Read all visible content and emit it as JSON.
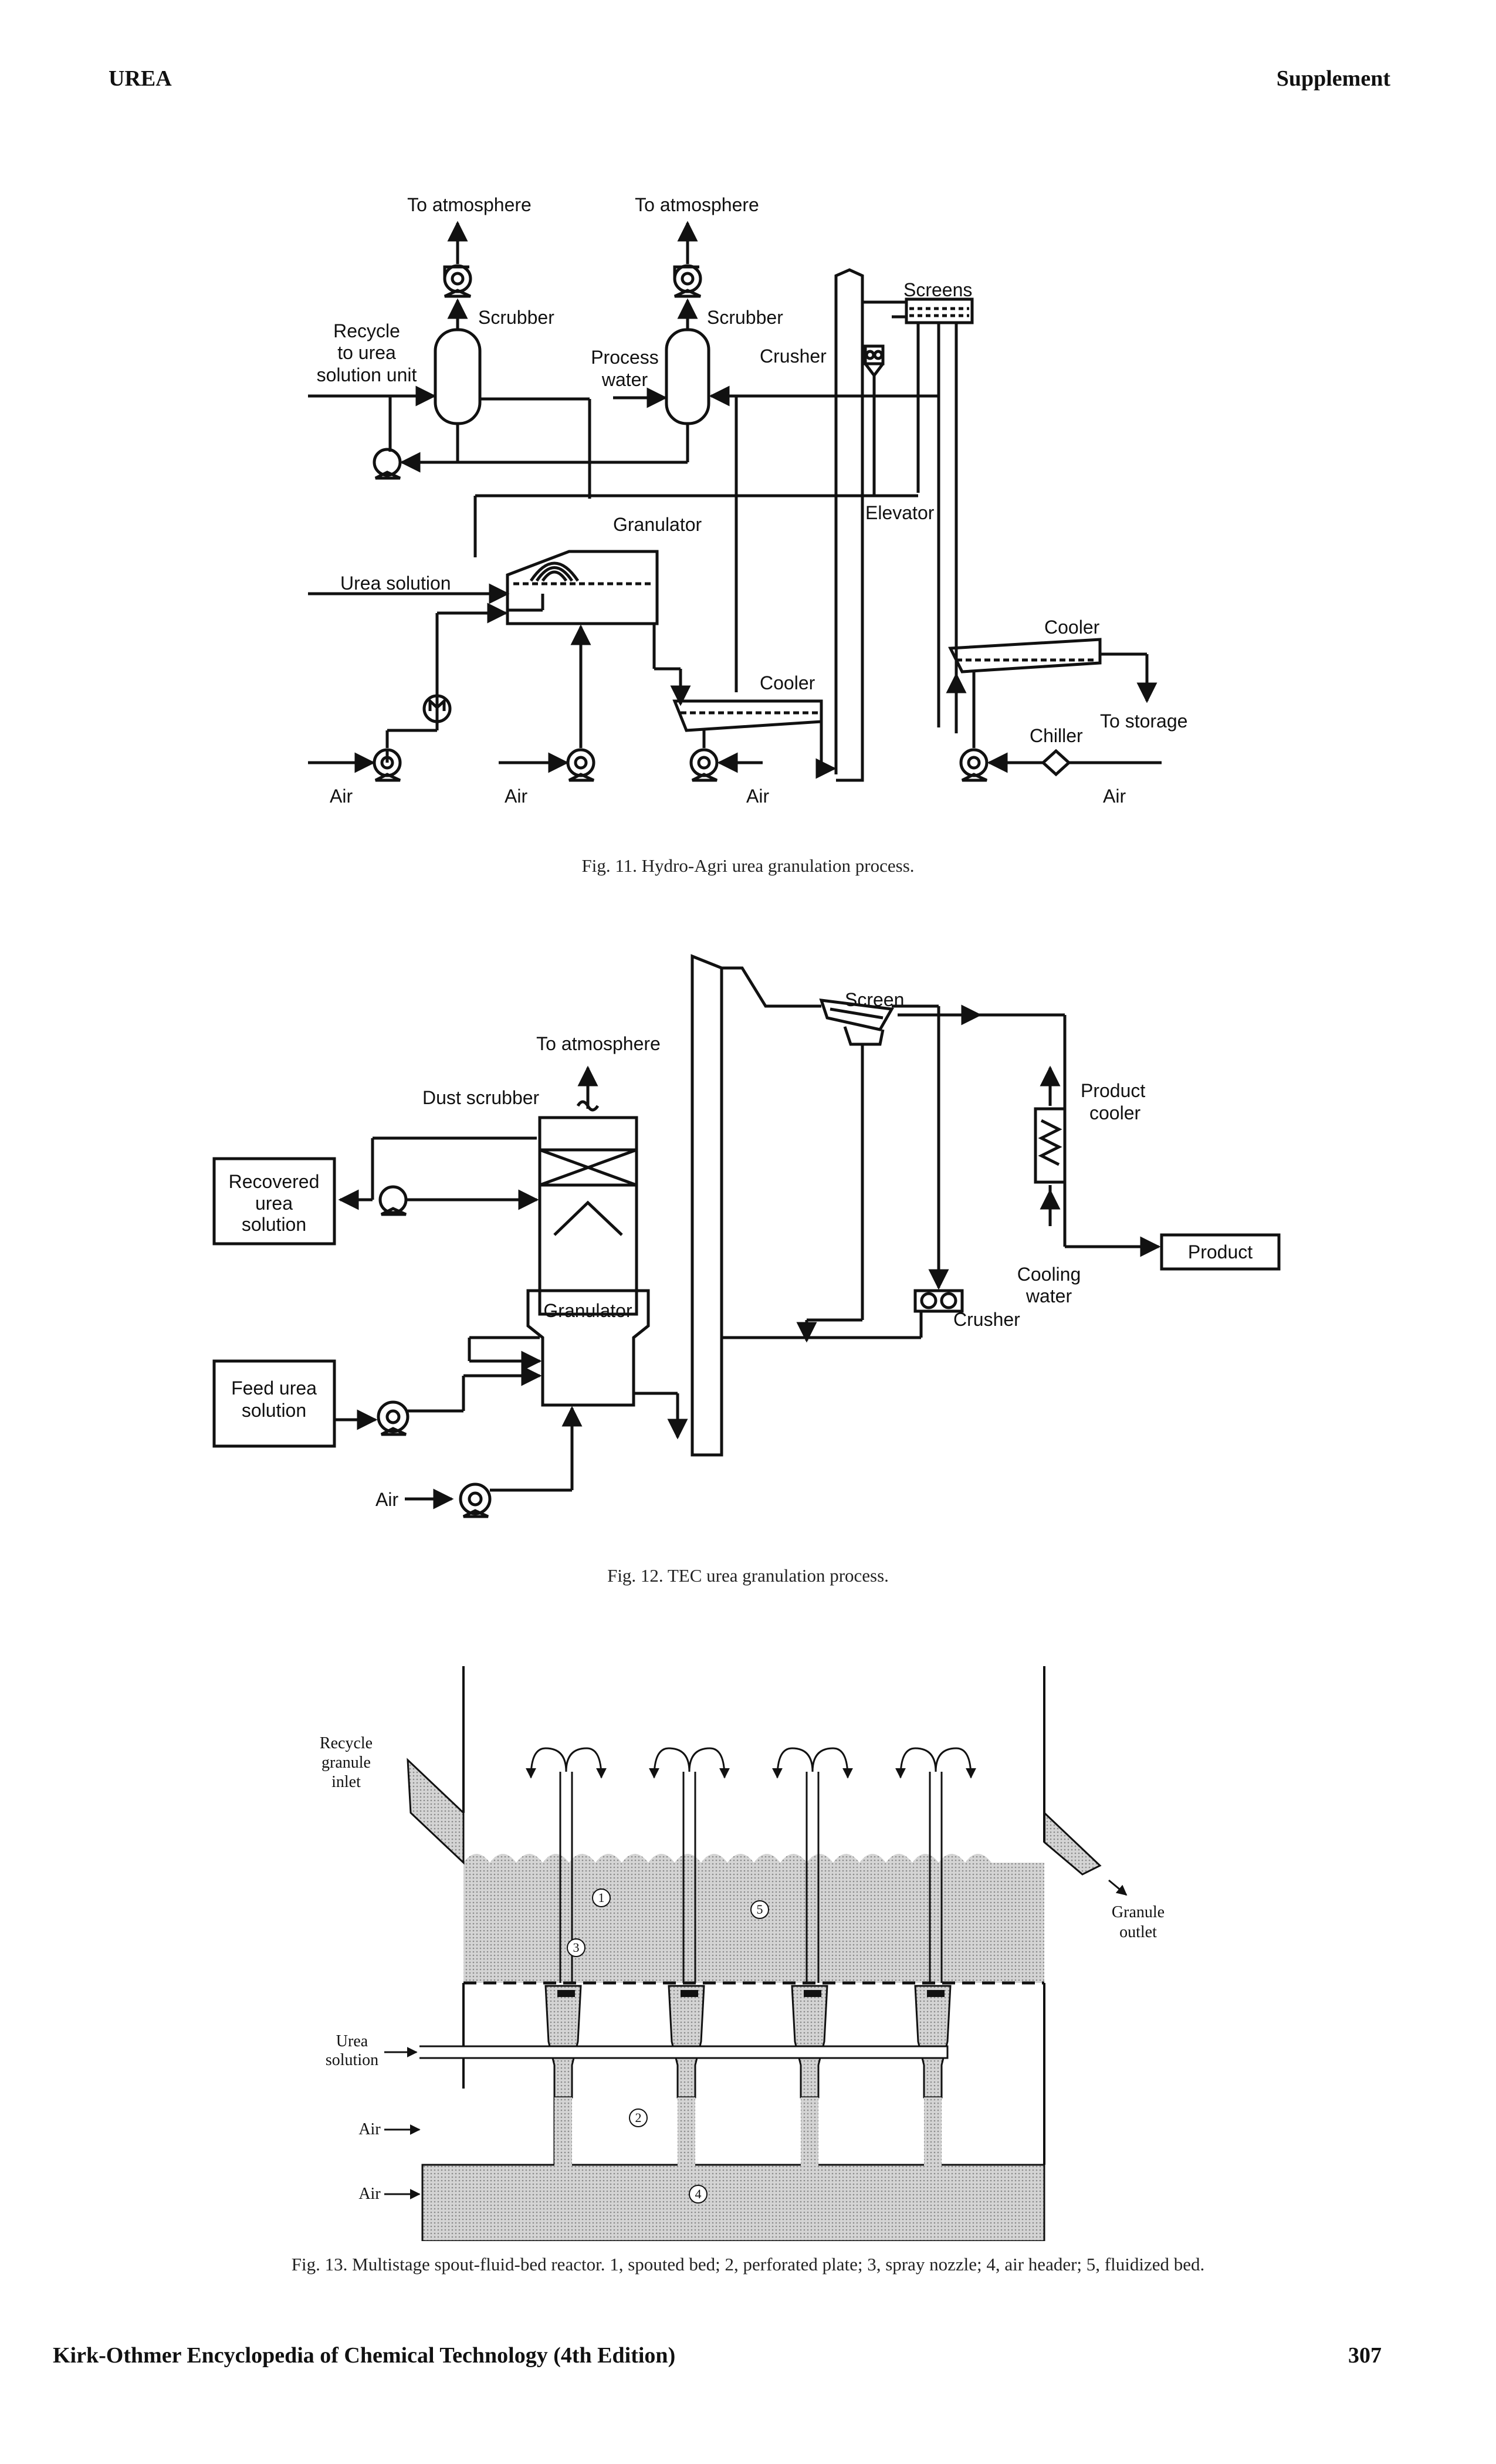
{
  "header": {
    "left": "UREA",
    "right": "Supplement"
  },
  "figure11": {
    "caption": "Fig. 11. Hydro-Agri urea granulation process.",
    "labels": {
      "to_atmosphere_1": "To atmosphere",
      "to_atmosphere_2": "To atmosphere",
      "scrubber_1": "Scrubber",
      "scrubber_2": "Scrubber",
      "recycle_1": "Recycle",
      "recycle_2": "to urea",
      "recycle_3": "solution unit",
      "process_water_1": "Process",
      "process_water_2": "water",
      "crusher": "Crusher",
      "screens": "Screens",
      "elevator": "Elevator",
      "granulator": "Granulator",
      "urea_solution": "Urea solution",
      "cooler_1": "Cooler",
      "cooler_2": "Cooler",
      "to_storage": "To storage",
      "chiller": "Chiller",
      "air_1": "Air",
      "air_2": "Air",
      "air_3": "Air",
      "air_4": "Air"
    }
  },
  "figure12": {
    "caption": "Fig. 12. TEC urea granulation process.",
    "labels": {
      "screen": "Screen",
      "to_atmosphere": "To atmosphere",
      "dust_scrubber": "Dust scrubber",
      "recovered_1": "Recovered",
      "recovered_2": "urea",
      "recovered_3": "solution",
      "granulator": "Granulator",
      "feed_1": "Feed urea",
      "feed_2": "solution",
      "air": "Air",
      "product_cooler_1": "Product",
      "product_cooler_2": "cooler",
      "product": "Product",
      "cooling_water_1": "Cooling",
      "cooling_water_2": "water",
      "crusher": "Crusher"
    }
  },
  "figure13": {
    "caption": "Fig. 13. Multistage spout-fluid-bed reactor. 1, spouted bed; 2, perforated plate; 3, spray nozzle; 4, air header; 5, fluidized bed.",
    "labels": {
      "recycle_1": "Recycle",
      "recycle_2": "granule",
      "recycle_3": "inlet",
      "granule_outlet_1": "Granule",
      "granule_outlet_2": "outlet",
      "urea_solution_1": "Urea",
      "urea_solution_2": "solution",
      "air_1": "Air",
      "air_2": "Air",
      "n1": "1",
      "n2": "2",
      "n3": "3",
      "n4": "4",
      "n5": "5"
    }
  },
  "footer": {
    "left": "Kirk-Othmer Encyclopedia of Chemical Technology (4th Edition)",
    "right": "307"
  }
}
